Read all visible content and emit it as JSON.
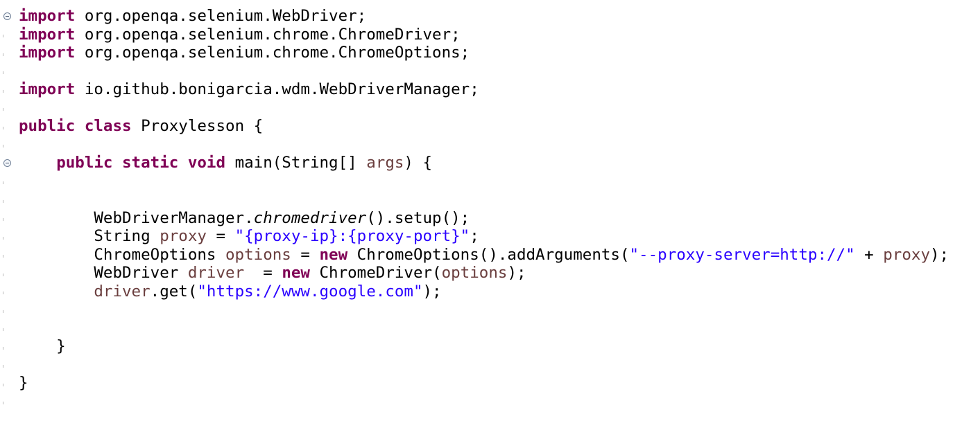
{
  "editor": {
    "lines": [
      [
        {
          "t": "import",
          "c": "kw"
        },
        {
          "t": " org.openqa.selenium.WebDriver;"
        }
      ],
      [
        {
          "t": "import",
          "c": "kw"
        },
        {
          "t": " org.openqa.selenium.chrome.ChromeDriver;"
        }
      ],
      [
        {
          "t": "import",
          "c": "kw"
        },
        {
          "t": " org.openqa.selenium.chrome.ChromeOptions;"
        }
      ],
      [],
      [
        {
          "t": "import",
          "c": "kw"
        },
        {
          "t": " io.github.bonigarcia.wdm.WebDriverManager;"
        }
      ],
      [],
      [
        {
          "t": "public",
          "c": "kw"
        },
        {
          "t": " "
        },
        {
          "t": "class",
          "c": "kw"
        },
        {
          "t": " Proxylesson {"
        }
      ],
      [],
      [
        {
          "t": "    "
        },
        {
          "t": "public",
          "c": "kw"
        },
        {
          "t": " "
        },
        {
          "t": "static",
          "c": "kw"
        },
        {
          "t": " "
        },
        {
          "t": "void",
          "c": "kw"
        },
        {
          "t": " main(String[] "
        },
        {
          "t": "args",
          "c": "var"
        },
        {
          "t": ") {"
        }
      ],
      [],
      [],
      [
        {
          "t": "        WebDriverManager."
        },
        {
          "t": "chromedriver",
          "c": "static-call"
        },
        {
          "t": "().setup();"
        }
      ],
      [
        {
          "t": "        String "
        },
        {
          "t": "proxy",
          "c": "var"
        },
        {
          "t": " = "
        },
        {
          "t": "\"{proxy-ip}:{proxy-port}\"",
          "c": "str"
        },
        {
          "t": ";"
        }
      ],
      [
        {
          "t": "        ChromeOptions "
        },
        {
          "t": "options",
          "c": "var"
        },
        {
          "t": " = "
        },
        {
          "t": "new",
          "c": "kw"
        },
        {
          "t": " ChromeOptions().addArguments("
        },
        {
          "t": "\"--proxy-server=http://\"",
          "c": "str"
        },
        {
          "t": " + "
        },
        {
          "t": "proxy",
          "c": "var"
        },
        {
          "t": ");"
        }
      ],
      [
        {
          "t": "        WebDriver "
        },
        {
          "t": "driver",
          "c": "var"
        },
        {
          "t": "  = "
        },
        {
          "t": "new",
          "c": "kw"
        },
        {
          "t": " ChromeDriver("
        },
        {
          "t": "options",
          "c": "var"
        },
        {
          "t": ");"
        }
      ],
      [
        {
          "t": "        "
        },
        {
          "t": "driver",
          "c": "var"
        },
        {
          "t": ".get("
        },
        {
          "t": "\"https://www.google.com\"",
          "c": "str"
        },
        {
          "t": ");"
        }
      ],
      [],
      [],
      [
        {
          "t": "    }"
        }
      ],
      [],
      [
        {
          "t": "}"
        }
      ]
    ]
  },
  "colors": {
    "keyword": "#7f0055",
    "string": "#2a00ff",
    "variable": "#6a3e3e",
    "text": "#000000",
    "background": "#ffffff"
  },
  "gutter": {
    "fold_icons": [
      "collapse-icon",
      "collapse-icon"
    ]
  }
}
